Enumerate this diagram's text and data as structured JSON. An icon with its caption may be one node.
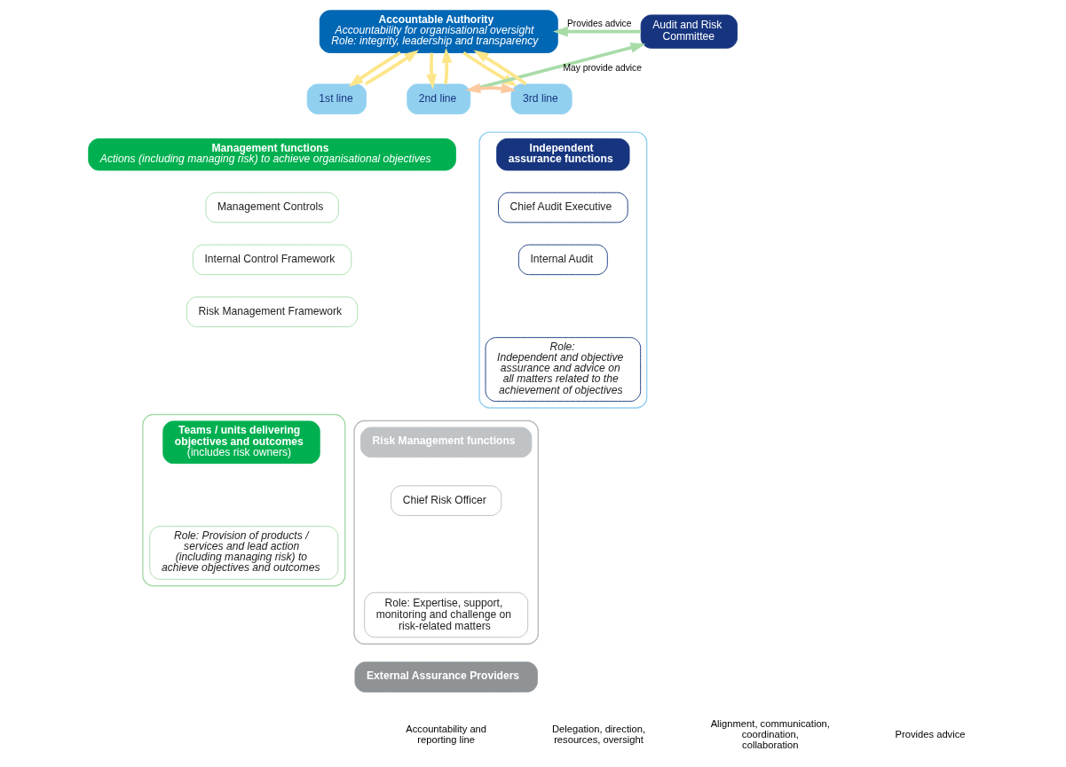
{
  "diagram": {
    "nodes": [
      {
        "text": [
          "Accountable Authority",
          "Accountability for organisational oversight",
          "Role: integrity, leadership and transparency"
        ]
      },
      {
        "text": [
          "Audit and Risk Committee"
        ]
      },
      {
        "text": [
          "1st line"
        ]
      },
      {
        "text": [
          "2nd line"
        ]
      },
      {
        "text": [
          "3rd line"
        ]
      },
      {
        "text": [
          "Management functions",
          "Actions (including managing risk) to achieve organisational objectives"
        ]
      },
      {
        "text": [
          "Management Controls"
        ]
      },
      {
        "text": [
          "Internal Control Framework"
        ]
      },
      {
        "text": [
          "Risk Management Framework"
        ]
      },
      {
        "text": [],
        "shape": "box"
      },
      {
        "text": [
          "Teams / units delivering objectives and outcomes",
          "(includes risk owners)"
        ],
        "in": 9
      },
      {
        "text": [
          "Role: Provision of products / services and lead action (including managing risk) to achieve objectives and outcomes"
        ],
        "in": 9
      },
      {
        "text": [],
        "shape": "box"
      },
      {
        "text": [
          "Risk Management functions"
        ],
        "in": 12
      },
      {
        "text": [
          "Chief Risk Officer"
        ],
        "in": 12
      },
      {
        "text": [
          "Role: Expertise, support, monitoring and challenge on risk-related matters"
        ],
        "in": 12
      },
      {
        "text": [],
        "shape": "box"
      },
      {
        "text": [
          "Independent assurance functions"
        ],
        "in": 16
      },
      {
        "text": [
          "Chief Audit Executive"
        ],
        "in": 16
      },
      {
        "text": [
          "Internal Audit"
        ],
        "in": 16
      },
      {
        "text": [
          "Role:",
          "Independent and objective assurance and advice on all matters related to the achievement of objectives"
        ],
        "in": 16
      },
      {
        "text": [
          "External Assurance Providers"
        ]
      }
    ],
    "edges": [
      {
        "from": 2,
        "to": 0,
        "arrow": "to",
        "color": "#fde68a"
      },
      {
        "from": 0,
        "to": 2,
        "arrow": "to",
        "color": "#fde68a"
      },
      {
        "from": 3,
        "to": 0,
        "arrow": "to",
        "color": "#fde68a"
      },
      {
        "from": 0,
        "to": 3,
        "arrow": "to",
        "color": "#fde68a"
      },
      {
        "from": 4,
        "to": 0,
        "arrow": "to",
        "color": "#fde68a"
      },
      {
        "from": 0,
        "to": 4,
        "arrow": "to",
        "color": "#fde68a"
      },
      {
        "from": 1,
        "to": 0,
        "arrow": "to",
        "label": "Provides advice",
        "color": "#a8dba8"
      },
      {
        "from": 3,
        "to": 1,
        "arrow": "to",
        "label": "May provide advice",
        "color": "#a8dba8"
      },
      {
        "from": 3,
        "to": 4,
        "arrow": "both",
        "color": "#fcc9a0"
      }
    ],
    "legend": [
      {
        "text": "Accountability and reporting line"
      },
      {
        "text": "Delegation, direction, resources, oversight"
      },
      {
        "text": "Alignment, communication, coordination, collaboration"
      },
      {
        "text": "Provides advice"
      }
    ]
  }
}
